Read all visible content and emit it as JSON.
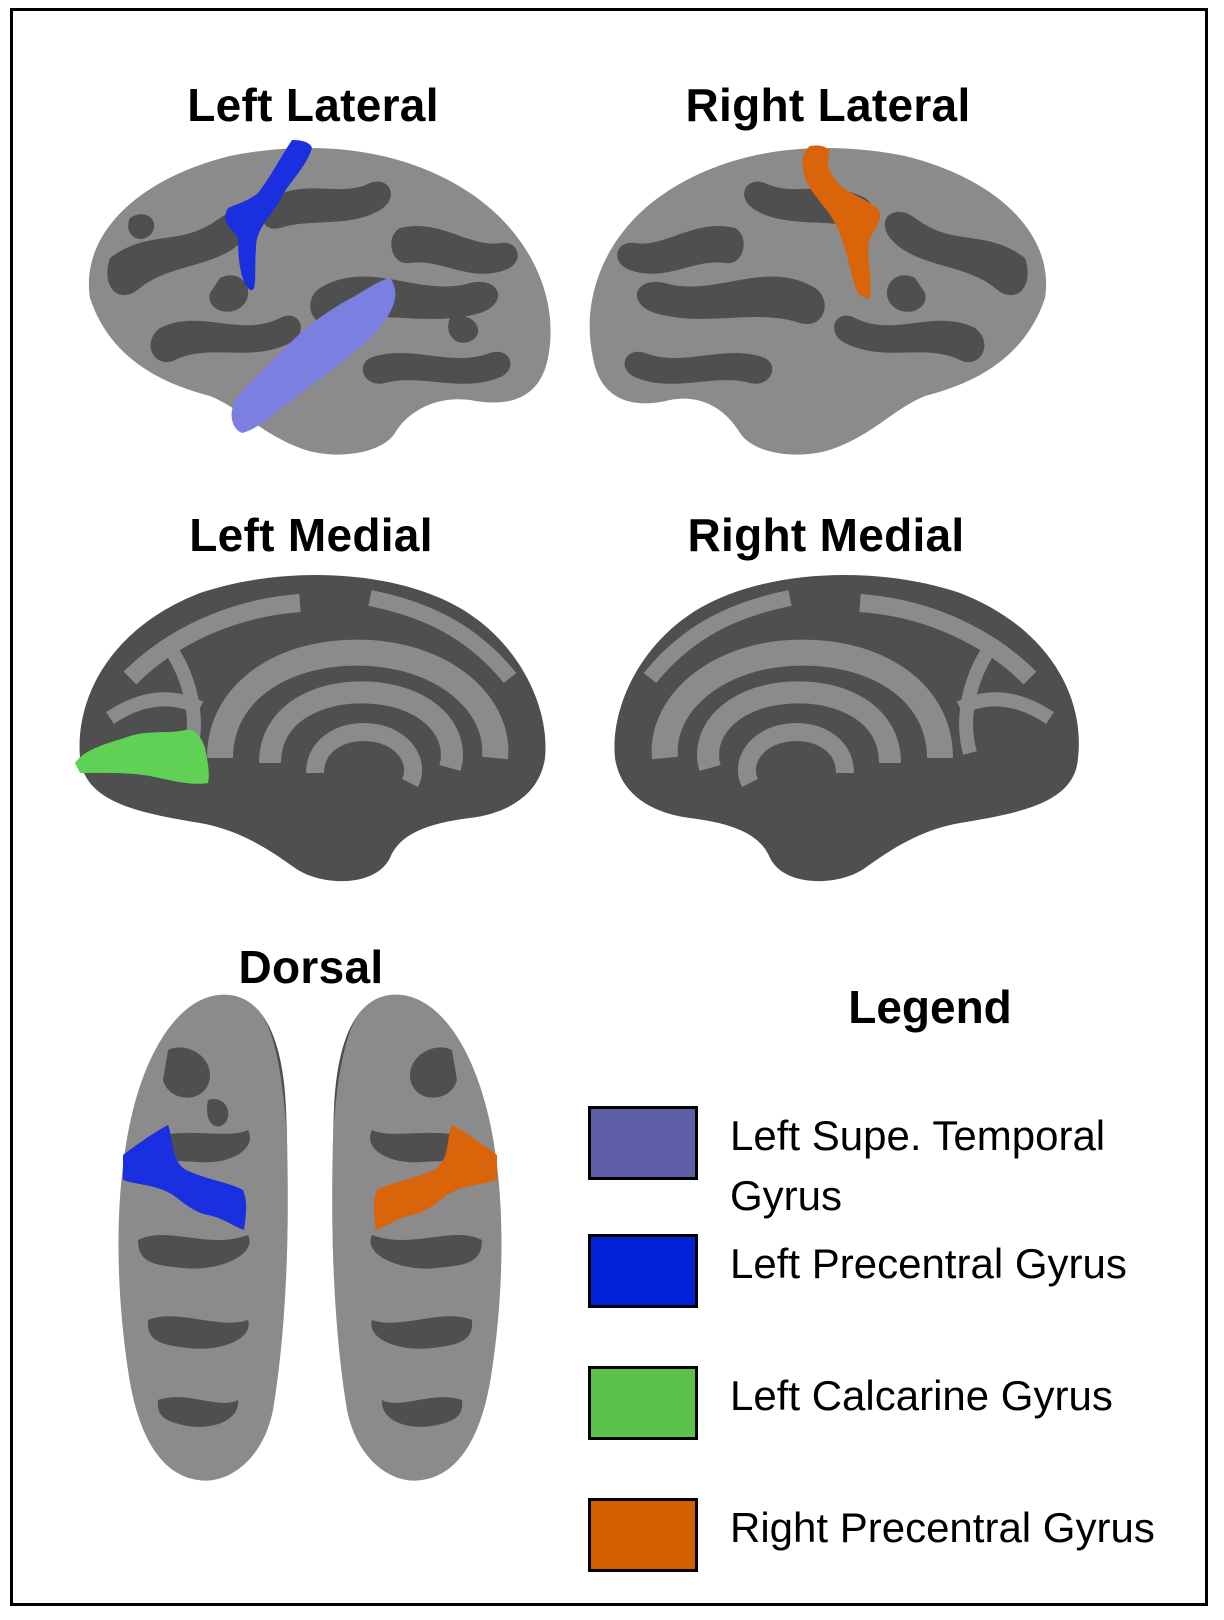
{
  "titles": {
    "left_lateral": "Left Lateral",
    "right_lateral": "Right Lateral",
    "left_medial": "Left Medial",
    "right_medial": "Right Medial",
    "dorsal": "Dorsal"
  },
  "legend": {
    "title": "Legend",
    "items": [
      {
        "label": "Left Supe. Temporal Gyrus",
        "color": "#5e5ea6"
      },
      {
        "label": "Left Precentral Gyrus",
        "color": "#0021d6"
      },
      {
        "label": "Left Calcarine Gyrus",
        "color": "#5dc24b"
      },
      {
        "label": "Right Precentral Gyrus",
        "color": "#d45f00"
      }
    ]
  },
  "colors": {
    "cortex_light": "#8b8b8b",
    "cortex_dark": "#4f4f4f",
    "sup_temporal_render": "#7b7fe0",
    "precentral_left_render": "#1a2fe0",
    "calcarine_render": "#5fd256",
    "precentral_right_render": "#d9640a"
  }
}
